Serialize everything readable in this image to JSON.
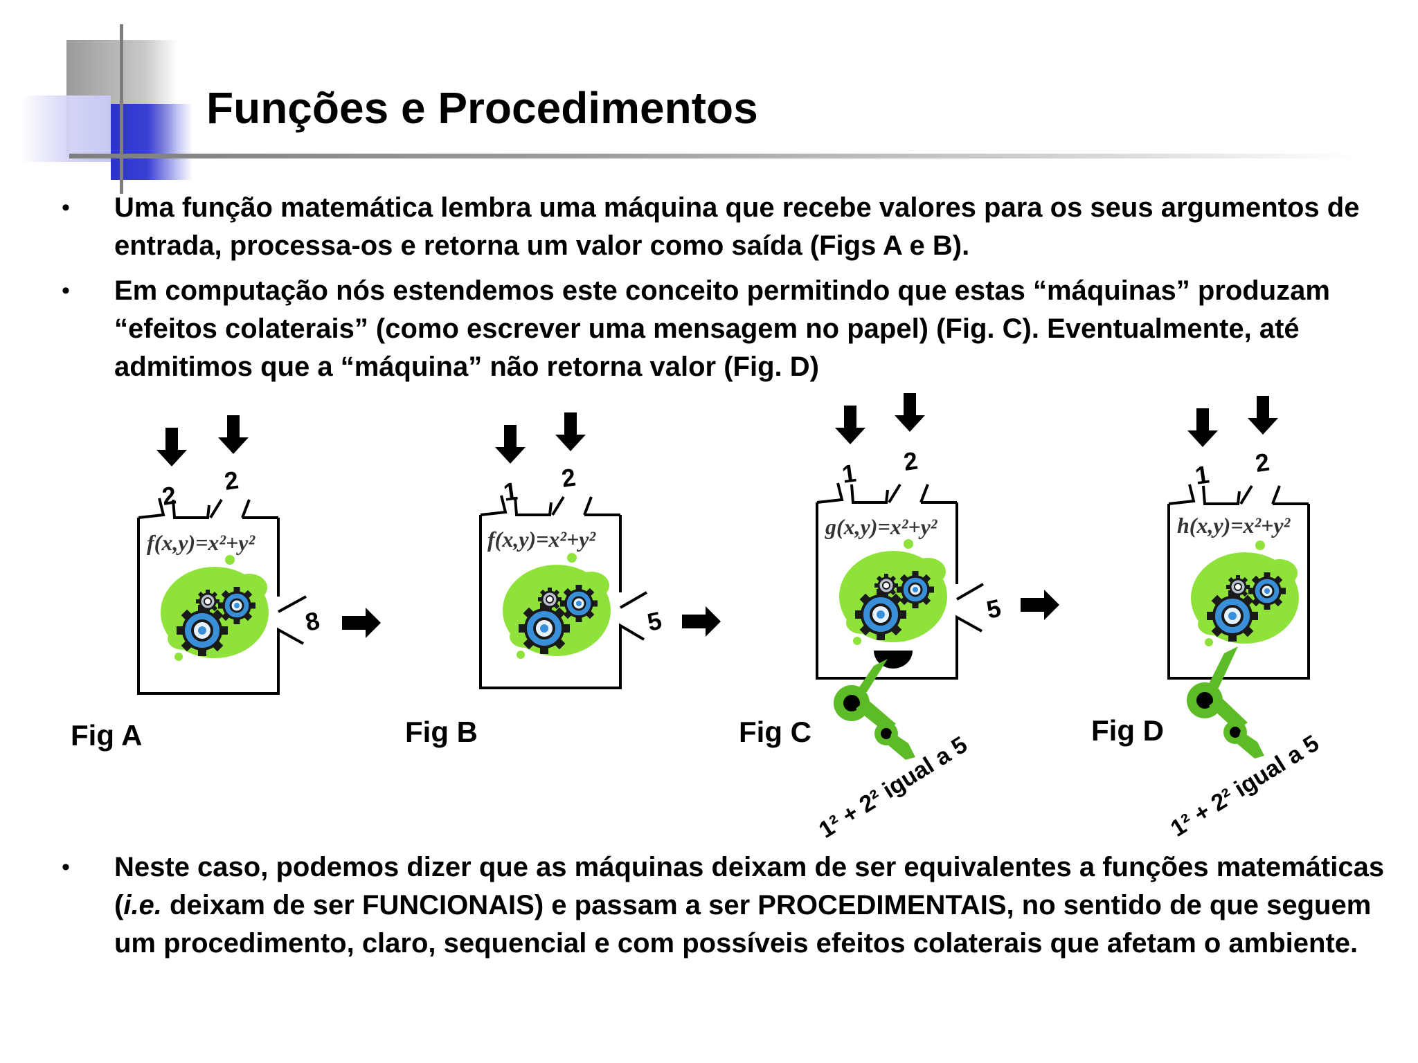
{
  "slide": {
    "title": "Funções e Procedimentos",
    "bullet_symbol": "•",
    "bullets": [
      {
        "text": "Uma função matemática lembra uma máquina que recebe valores para os seus argumentos de entrada, processa-os e retorna um valor como saída (Figs A e B)."
      },
      {
        "text": "Em computação nós estendemos este conceito permitindo que estas “máquinas” produzam “efeitos colaterais” (como escrever uma mensagem no papel) (Fig. C). Eventualmente, até admitimos que a “máquina” não retorna valor (Fig. D)"
      }
    ],
    "bullet3": {
      "part1": "Neste caso, podemos dizer que as máquinas deixam de ser equivalentes a funções matemáticas (",
      "italic": "i.e.",
      "part2": " deixam de ser FUNCIONAIS) e passam a ser PROCEDIMENTAIS, no sentido de que seguem um procedimento, claro, sequencial e com possíveis efeitos colaterais que afetam o ambiente."
    }
  },
  "figures": [
    {
      "label": "Fig A",
      "formula": "f(x,y)=x²+y²",
      "input1": "2",
      "input2": "2",
      "output": "8"
    },
    {
      "label": "Fig B",
      "formula": "f(x,y)=x²+y²",
      "input1": "1",
      "input2": "2",
      "output": "5"
    },
    {
      "label": "Fig C",
      "formula": "g(x,y)=x²+y²",
      "input1": "1",
      "input2": "2",
      "output": "5",
      "paper_text": "1² + 2² igual a 5"
    },
    {
      "label": "Fig D",
      "formula": "h(x,y)=x²+y²",
      "input1": "1",
      "input2": "2",
      "paper_text": "1² + 2² igual a 5"
    }
  ],
  "colors": {
    "gear_blue": "#3a8fd9",
    "blob_green": "#8fe23a",
    "arm_green": "#5dbb27",
    "header_blue": "#3a40d4"
  }
}
